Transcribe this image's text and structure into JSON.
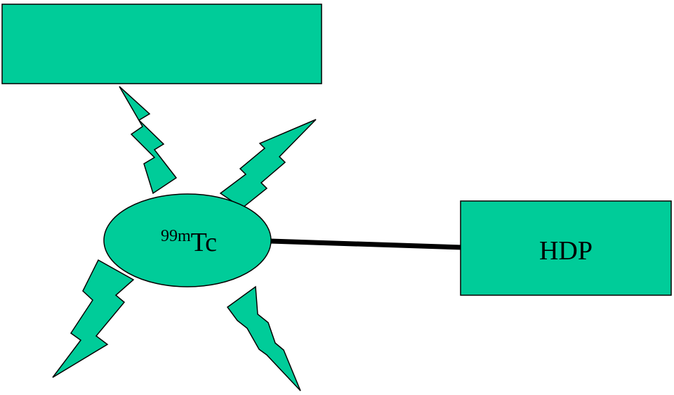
{
  "colors": {
    "shape_fill": "#00cc99",
    "outline": "#000000",
    "background": "#ffffff"
  },
  "diagram": {
    "top_box": {
      "label": ""
    },
    "isotope": {
      "mass_number": "99m",
      "symbol": "Tc"
    },
    "carrier_box": {
      "label": "HDP"
    },
    "radiation_bolts": [
      {
        "icon": "lightning-bolt-icon",
        "direction": "up-left"
      },
      {
        "icon": "lightning-bolt-icon",
        "direction": "up-right"
      },
      {
        "icon": "lightning-bolt-icon",
        "direction": "down-left"
      },
      {
        "icon": "lightning-bolt-icon",
        "direction": "down-right"
      }
    ]
  }
}
